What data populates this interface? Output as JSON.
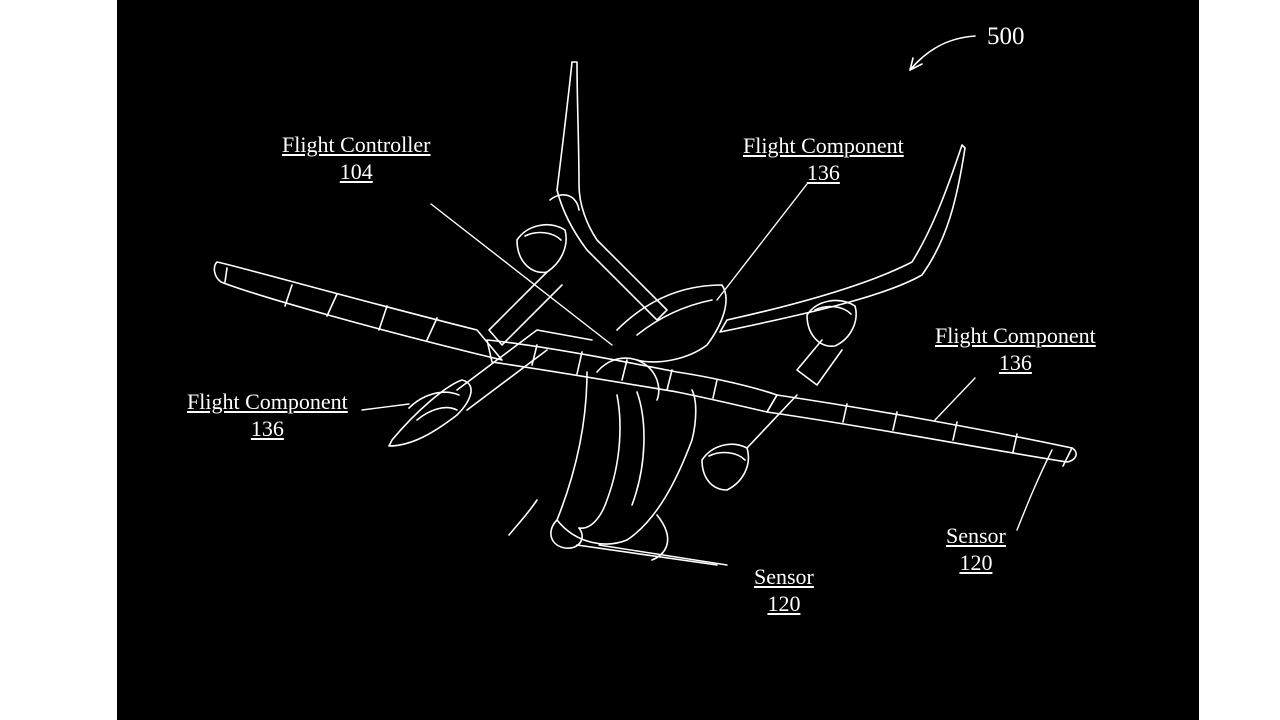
{
  "figure_number": "500",
  "colors": {
    "background": "#000000",
    "lines": "#ffffff",
    "page": "#ffffff"
  },
  "labels": {
    "flight_controller": {
      "name": "Flight Controller",
      "ref": "104"
    },
    "flight_component_top": {
      "name": "Flight Component",
      "ref": "136"
    },
    "flight_component_right": {
      "name": "Flight Component",
      "ref": "136"
    },
    "flight_component_left": {
      "name": "Flight Component",
      "ref": "136"
    },
    "sensor_bottom": {
      "name": "Sensor",
      "ref": "120"
    },
    "sensor_right": {
      "name": "Sensor",
      "ref": "120"
    }
  }
}
